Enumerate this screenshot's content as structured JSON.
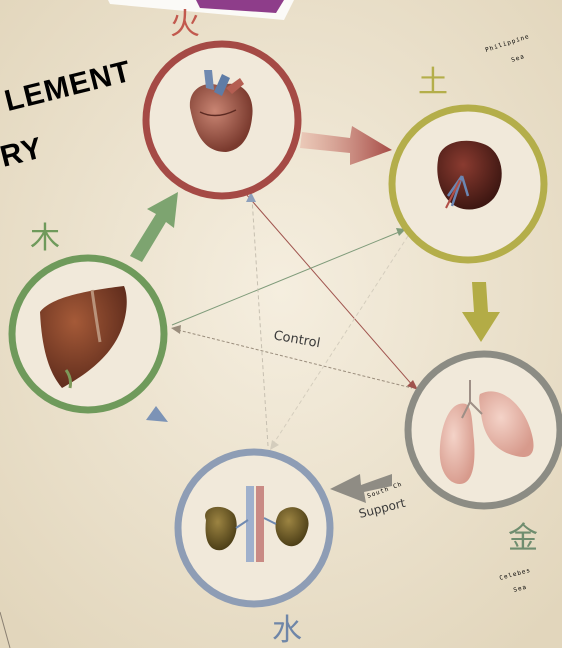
{
  "title": {
    "line1": "LEMENT",
    "line2": "RY"
  },
  "elements": {
    "fire": {
      "char": "火",
      "organ": "heart"
    },
    "earth": {
      "char": "土",
      "organ": "spleen"
    },
    "wood": {
      "char": "木",
      "organ": "liver"
    },
    "metal": {
      "char": "金",
      "organ": "lungs"
    },
    "water": {
      "char": "水",
      "organ": "kidneys"
    }
  },
  "labels": {
    "control": "Control",
    "support": "Support"
  },
  "map_text": {
    "philippine": [
      "Philippine",
      "Sea"
    ],
    "south_china": "South Ch",
    "celebes": [
      "Celebes",
      "Sea"
    ]
  },
  "colors": {
    "fire": "#a54a45",
    "earth": "#b4ae4a",
    "wood": "#6f9a5b",
    "metal": "#8c8c84",
    "water": "#8e9db5",
    "background": "#efe6d3"
  }
}
